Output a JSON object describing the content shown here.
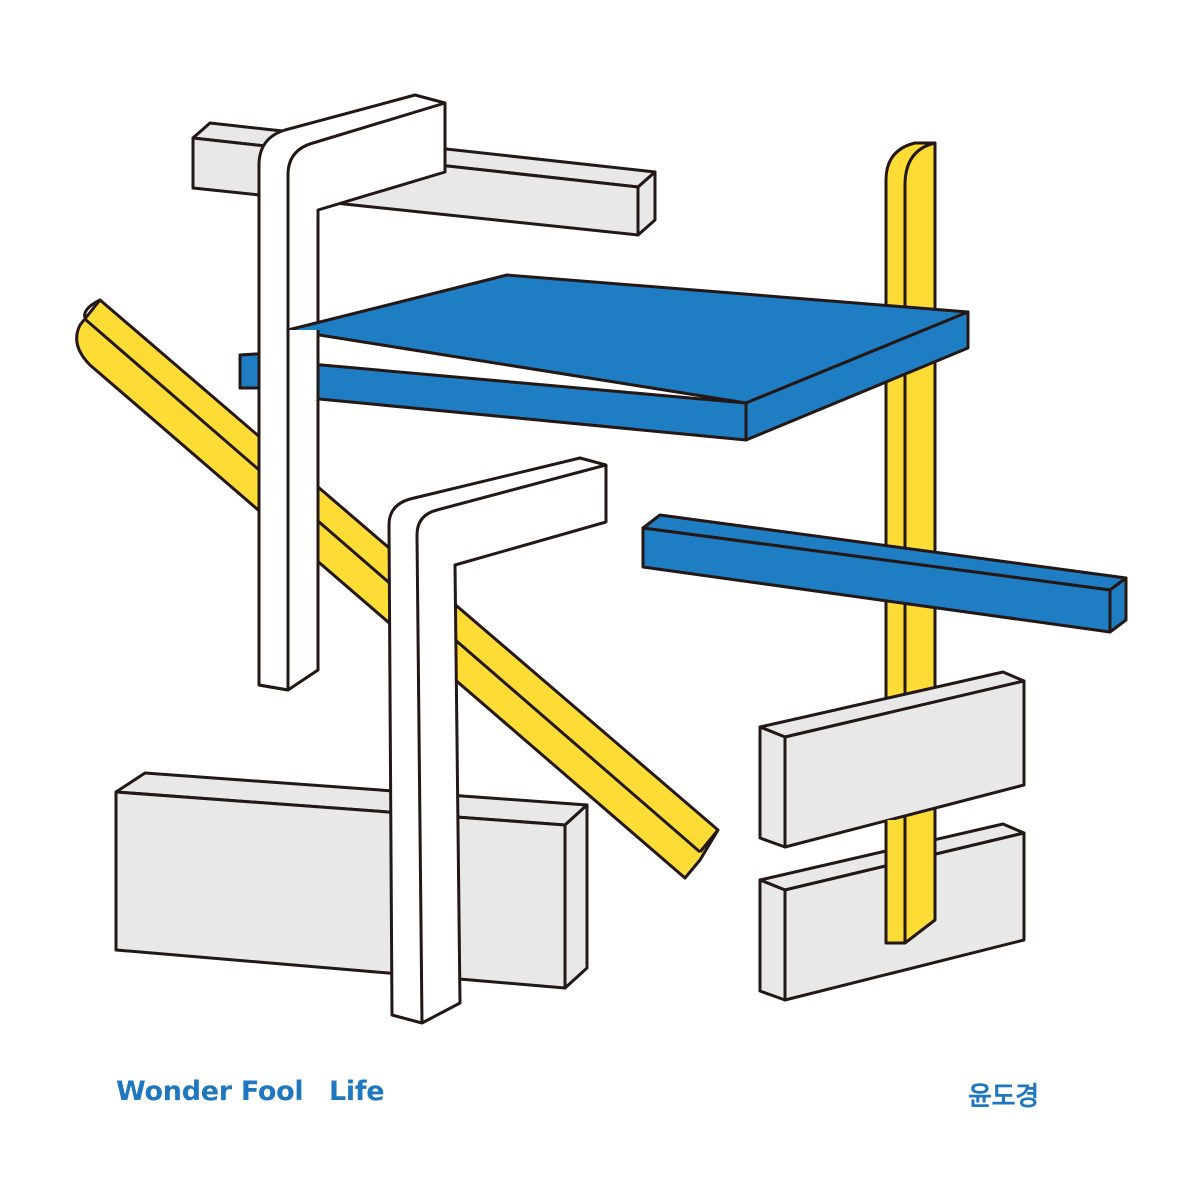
{
  "cover": {
    "title_part1": "Wonder Fool",
    "title_part2": "Life",
    "artist": "윤도경"
  },
  "colors": {
    "background": "#ffffff",
    "blue": "#1f7ec3",
    "yellow": "#fcdc35",
    "grey": "#e8e8e8",
    "white_piece": "#ffffff",
    "outline": "#231815",
    "text": "#1f78bf"
  },
  "shapes": [
    {
      "name": "top-grey-beam",
      "color": "grey"
    },
    {
      "name": "upper-white-l-bracket",
      "color": "white"
    },
    {
      "name": "diagonal-yellow-rod",
      "color": "yellow"
    },
    {
      "name": "blue-slab",
      "color": "blue"
    },
    {
      "name": "vertical-yellow-rod",
      "color": "yellow"
    },
    {
      "name": "blue-beam",
      "color": "blue"
    },
    {
      "name": "lower-white-l-bracket",
      "color": "white"
    },
    {
      "name": "bottom-left-grey-block",
      "color": "grey"
    },
    {
      "name": "right-grey-block-upper",
      "color": "grey"
    },
    {
      "name": "right-grey-block-lower",
      "color": "grey"
    }
  ]
}
